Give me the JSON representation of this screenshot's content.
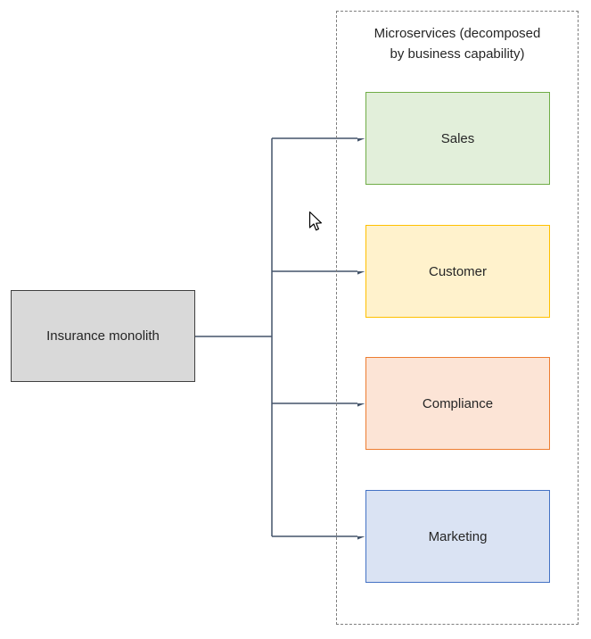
{
  "diagram": {
    "source_box": {
      "label": "Insurance monolith",
      "bg": "#D9D9D9",
      "border": "#404040"
    },
    "group": {
      "title": "Microservices (decomposed by business capability)",
      "border_color": "#7F7F7F"
    },
    "services": [
      {
        "label": "Sales",
        "bg": "#E2EFDA",
        "border": "#70AD47"
      },
      {
        "label": "Customer",
        "bg": "#FFF2CC",
        "border": "#FFC000"
      },
      {
        "label": "Compliance",
        "bg": "#FCE4D6",
        "border": "#ED7D31"
      },
      {
        "label": "Marketing",
        "bg": "#DAE3F3",
        "border": "#4472C4"
      }
    ],
    "connector": {
      "color": "#44546A"
    }
  }
}
